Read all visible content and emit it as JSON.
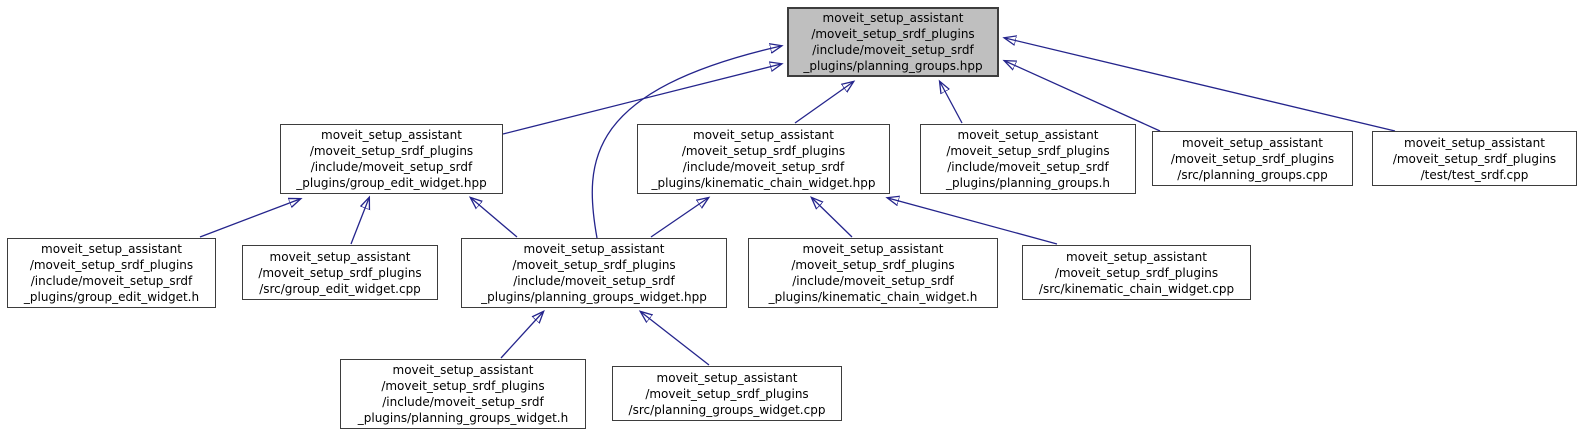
{
  "diagram": {
    "kind": "doxygen-include-dependency-graph",
    "description": "Graph of files that directly or indirectly include planning_groups.hpp",
    "theme": {
      "edge_color": "#24248c",
      "node_border_color": "#3d3d3d",
      "node_fill": "#ffffff",
      "root_fill": "#bfbfbf",
      "text_color": "#000000",
      "background": "#ffffff"
    }
  },
  "nodes": [
    {
      "id": "planning_groups.hpp",
      "label": "moveit_setup_assistant\n/moveit_setup_srdf_plugins\n/include/moveit_setup_srdf\n_plugins/planning_groups.hpp"
    },
    {
      "id": "group_edit_widget.hpp",
      "label": "moveit_setup_assistant\n/moveit_setup_srdf_plugins\n/include/moveit_setup_srdf\n_plugins/group_edit_widget.hpp"
    },
    {
      "id": "kinematic_chain_widget.hpp",
      "label": "moveit_setup_assistant\n/moveit_setup_srdf_plugins\n/include/moveit_setup_srdf\n_plugins/kinematic_chain_widget.hpp"
    },
    {
      "id": "planning_groups.h",
      "label": "moveit_setup_assistant\n/moveit_setup_srdf_plugins\n/include/moveit_setup_srdf\n_plugins/planning_groups.h"
    },
    {
      "id": "planning_groups.cpp",
      "label": "moveit_setup_assistant\n/moveit_setup_srdf_plugins\n/src/planning_groups.cpp"
    },
    {
      "id": "test_srdf.cpp",
      "label": "moveit_setup_assistant\n/moveit_setup_srdf_plugins\n/test/test_srdf.cpp"
    },
    {
      "id": "group_edit_widget.h",
      "label": "moveit_setup_assistant\n/moveit_setup_srdf_plugins\n/include/moveit_setup_srdf\n_plugins/group_edit_widget.h"
    },
    {
      "id": "group_edit_widget.cpp",
      "label": "moveit_setup_assistant\n/moveit_setup_srdf_plugins\n/src/group_edit_widget.cpp"
    },
    {
      "id": "planning_groups_widget.hpp",
      "label": "moveit_setup_assistant\n/moveit_setup_srdf_plugins\n/include/moveit_setup_srdf\n_plugins/planning_groups_widget.hpp"
    },
    {
      "id": "kinematic_chain_widget.h",
      "label": "moveit_setup_assistant\n/moveit_setup_srdf_plugins\n/include/moveit_setup_srdf\n_plugins/kinematic_chain_widget.h"
    },
    {
      "id": "kinematic_chain_widget.cpp",
      "label": "moveit_setup_assistant\n/moveit_setup_srdf_plugins\n/src/kinematic_chain_widget.cpp"
    },
    {
      "id": "planning_groups_widget.h",
      "label": "moveit_setup_assistant\n/moveit_setup_srdf_plugins\n/include/moveit_setup_srdf\n_plugins/planning_groups_widget.h"
    },
    {
      "id": "planning_groups_widget.cpp",
      "label": "moveit_setup_assistant\n/moveit_setup_srdf_plugins\n/src/planning_groups_widget.cpp"
    }
  ],
  "edges": [
    {
      "from": "group_edit_widget.hpp",
      "to": "planning_groups.hpp"
    },
    {
      "from": "planning_groups_widget.hpp",
      "to": "planning_groups.hpp",
      "style": "curved"
    },
    {
      "from": "kinematic_chain_widget.hpp",
      "to": "planning_groups.hpp"
    },
    {
      "from": "planning_groups.h",
      "to": "planning_groups.hpp"
    },
    {
      "from": "planning_groups.cpp",
      "to": "planning_groups.hpp"
    },
    {
      "from": "test_srdf.cpp",
      "to": "planning_groups.hpp"
    },
    {
      "from": "group_edit_widget.h",
      "to": "group_edit_widget.hpp"
    },
    {
      "from": "group_edit_widget.cpp",
      "to": "group_edit_widget.hpp"
    },
    {
      "from": "planning_groups_widget.hpp",
      "to": "group_edit_widget.hpp"
    },
    {
      "from": "planning_groups_widget.hpp",
      "to": "kinematic_chain_widget.hpp"
    },
    {
      "from": "kinematic_chain_widget.h",
      "to": "kinematic_chain_widget.hpp"
    },
    {
      "from": "kinematic_chain_widget.cpp",
      "to": "kinematic_chain_widget.hpp"
    },
    {
      "from": "planning_groups_widget.h",
      "to": "planning_groups_widget.hpp"
    },
    {
      "from": "planning_groups_widget.cpp",
      "to": "planning_groups_widget.hpp"
    }
  ]
}
